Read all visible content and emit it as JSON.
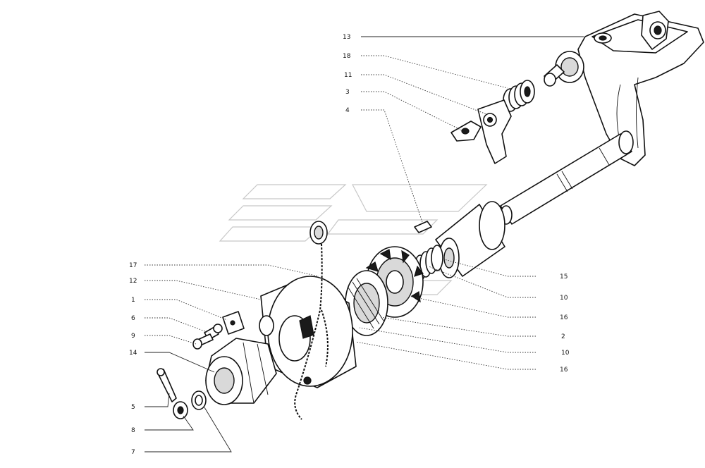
{
  "callouts": [
    {
      "id": "c13-top",
      "label": "13"
    },
    {
      "id": "c18",
      "label": "18"
    },
    {
      "id": "c11",
      "label": "11"
    },
    {
      "id": "c3",
      "label": "3"
    },
    {
      "id": "c4",
      "label": "4"
    },
    {
      "id": "c17",
      "label": "17"
    },
    {
      "id": "c12",
      "label": "12"
    },
    {
      "id": "c1",
      "label": "1"
    },
    {
      "id": "c6",
      "label": "6"
    },
    {
      "id": "c9",
      "label": "9"
    },
    {
      "id": "c14",
      "label": "14"
    },
    {
      "id": "c5",
      "label": "5"
    },
    {
      "id": "c8",
      "label": "8"
    },
    {
      "id": "c7",
      "label": "7"
    },
    {
      "id": "c15",
      "label": "15"
    },
    {
      "id": "c10a",
      "label": "10"
    },
    {
      "id": "c16a",
      "label": "16"
    },
    {
      "id": "c2",
      "label": "2"
    },
    {
      "id": "c10b",
      "label": "10"
    },
    {
      "id": "c16b",
      "label": "16"
    }
  ]
}
